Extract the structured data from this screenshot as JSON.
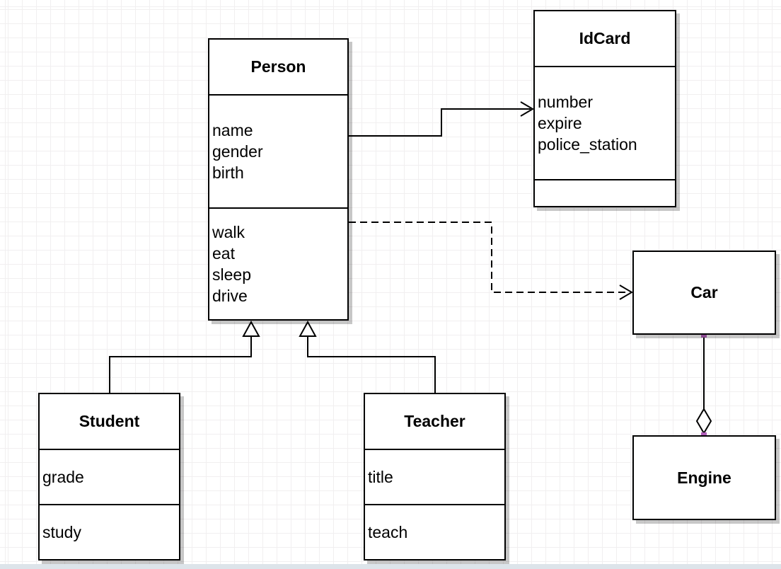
{
  "diagram": {
    "classes": {
      "person": {
        "title": "Person",
        "attributes": [
          "name",
          "gender",
          "birth"
        ],
        "methods": [
          "walk",
          "eat",
          "sleep",
          "drive"
        ]
      },
      "idcard": {
        "title": "IdCard",
        "attributes": [
          "number",
          "expire",
          "police_station"
        ],
        "methods": []
      },
      "car": {
        "title": "Car",
        "attributes": [],
        "methods": []
      },
      "engine": {
        "title": "Engine",
        "attributes": [],
        "methods": []
      },
      "student": {
        "title": "Student",
        "attributes": [
          "grade"
        ],
        "methods": [
          "study"
        ]
      },
      "teacher": {
        "title": "Teacher",
        "attributes": [
          "title"
        ],
        "methods": [
          "teach"
        ]
      }
    },
    "relationships": [
      {
        "from": "Person",
        "to": "IdCard",
        "type": "association",
        "line": "solid",
        "arrow": "open-arrow"
      },
      {
        "from": "Person",
        "to": "Car",
        "type": "dependency",
        "line": "dashed",
        "arrow": "open-arrow"
      },
      {
        "from": "Student",
        "to": "Person",
        "type": "generalization",
        "line": "solid",
        "arrow": "hollow-triangle"
      },
      {
        "from": "Teacher",
        "to": "Person",
        "type": "generalization",
        "line": "solid",
        "arrow": "hollow-triangle"
      },
      {
        "from": "Car",
        "to": "Engine",
        "type": "aggregation",
        "line": "solid",
        "arrow": "hollow-diamond",
        "endpoint_markers": "magenta-squares"
      }
    ],
    "colors": {
      "stroke": "#000000",
      "shape_fill": "#ffffff",
      "shadow": "#c8c8c8",
      "grid_line": "#f1eff0",
      "endpoint_handle": "#b15eb9",
      "canvas_bottom_edge": "#dde4ea"
    }
  }
}
